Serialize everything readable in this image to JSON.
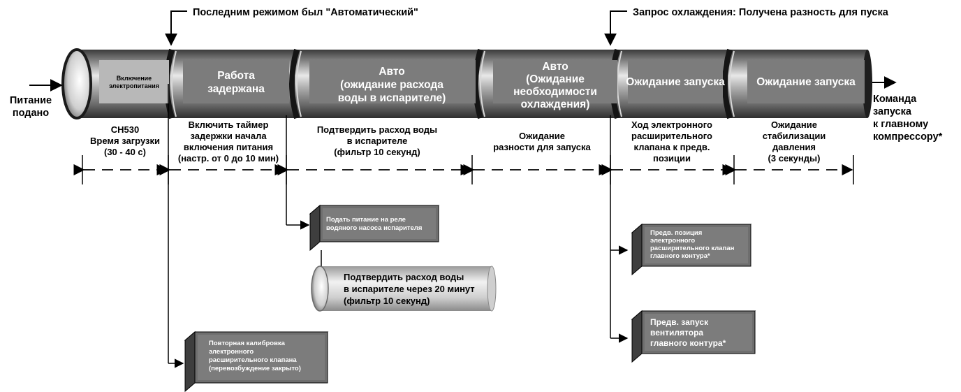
{
  "annotations": {
    "last_mode": "Последним режимом был \"Автоматический\"",
    "cooling_request": "Запрос охлаждения: Получена разность для пуска"
  },
  "left_label": [
    "Питание",
    "подано"
  ],
  "right_label": [
    "Команда",
    "запуска",
    "к главному",
    "компрессору*"
  ],
  "segments": [
    [
      "Включение",
      "электропитания"
    ],
    [
      "Работа",
      "задержана"
    ],
    [
      "Авто",
      "(ожидание расхода",
      "воды в испарителе)"
    ],
    [
      "Авто",
      "(Ожидание",
      "необходимости",
      "охлаждения)"
    ],
    [
      "Ожидание запуска"
    ],
    [
      "Ожидание запуска"
    ]
  ],
  "descriptions": [
    [
      "CH530",
      "Время загрузки",
      "(30 - 40 с)"
    ],
    [
      "Включить таймер",
      "задержки начала",
      "включения питания",
      "(настр. от 0 до 10 мин)"
    ],
    [
      "Подтвердить расход воды",
      "в испарителе",
      "(фильтр 10 секунд)"
    ],
    [
      "Ожидание",
      "разности для запуска"
    ],
    [
      "Ход электронного",
      "расширительного",
      "клапана к предв.",
      "позиции"
    ],
    [
      "Ожидание",
      "стабилизации",
      "давления",
      "(3 секунды)"
    ]
  ],
  "boxes": {
    "pump": [
      "Подать питание на реле",
      "водяного насоса испарителя"
    ],
    "recal": [
      "Повторная калибровка",
      "электронного",
      "расширительного клапана",
      "(перевозбуждение закрыто)"
    ],
    "exv_pos": [
      "Предв. позиция",
      "электронного",
      "расширительного клапан",
      "главного контура*"
    ],
    "fan": [
      "Предв. запуск",
      "вентилятора",
      "главного контура*"
    ]
  },
  "sub_cylinder": [
    "Подтвердить расход воды",
    "в испарителе через 20 минут",
    "(фильтр 10 секунд)"
  ],
  "colors": {
    "tube_dark": "#4a4a4a",
    "tube_light": "#e6e6e6",
    "box_front": "#6e6e6e",
    "box_top": "#9a9a9a",
    "box_side": "#3e3e3e",
    "inner_panel": "#7c7c7c",
    "first_panel": "#b8b8b8"
  }
}
